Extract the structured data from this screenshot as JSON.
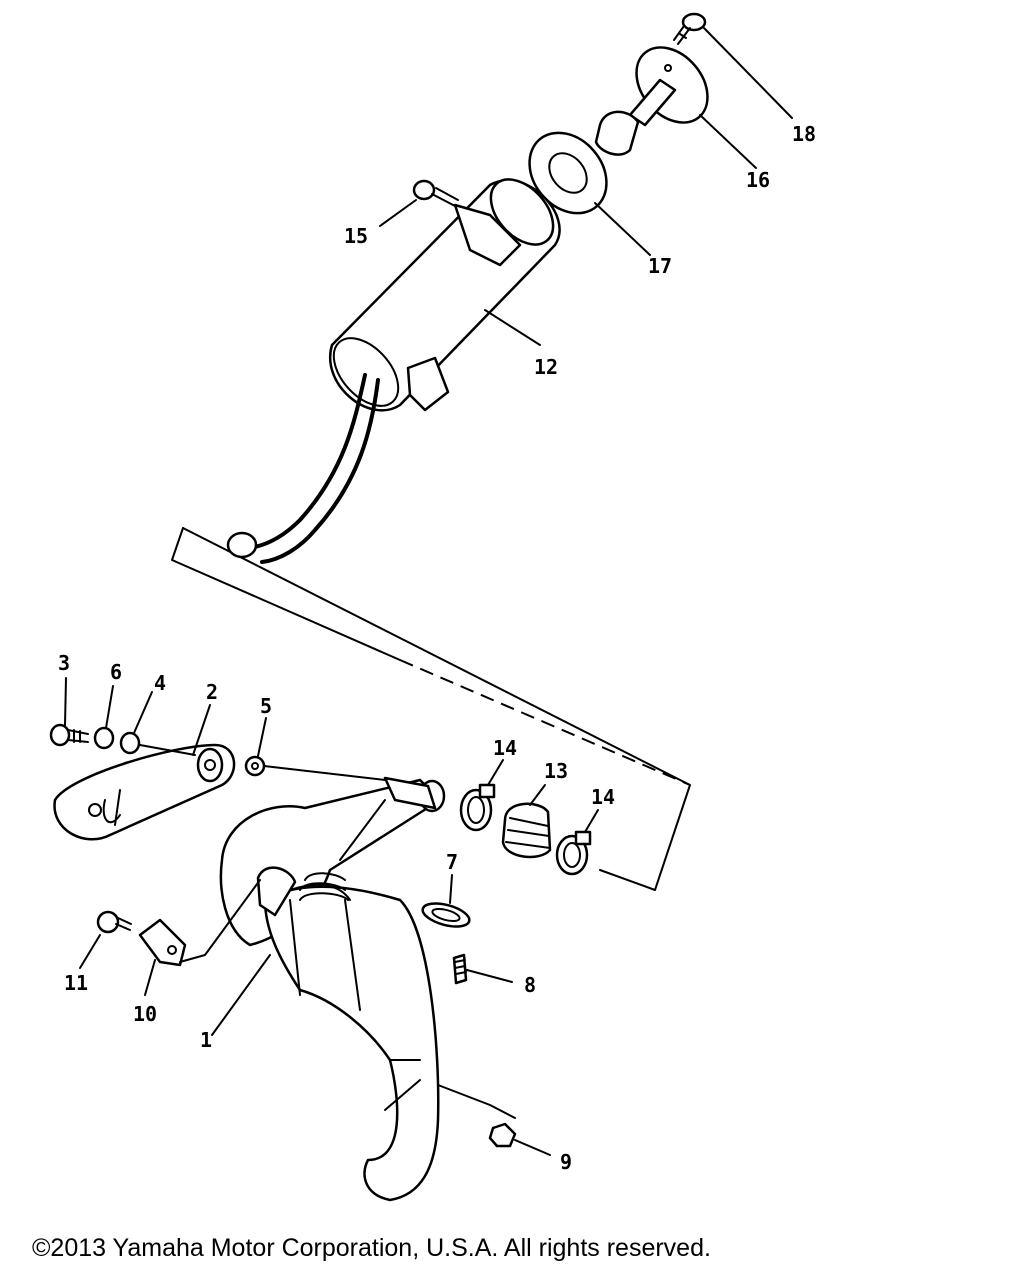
{
  "copyright": "©2013 Yamaha Motor Corporation, U.S.A. All rights reserved.",
  "part_numbers": {
    "p1": "1",
    "p2": "2",
    "p3": "3",
    "p4": "4",
    "p5": "5",
    "p6": "6",
    "p7": "7",
    "p8": "8",
    "p9": "9",
    "p10": "10",
    "p11": "11",
    "p12": "12",
    "p13": "13",
    "p14a": "14",
    "p14b": "14",
    "p15": "15",
    "p16": "16",
    "p17": "17",
    "p18": "18"
  }
}
